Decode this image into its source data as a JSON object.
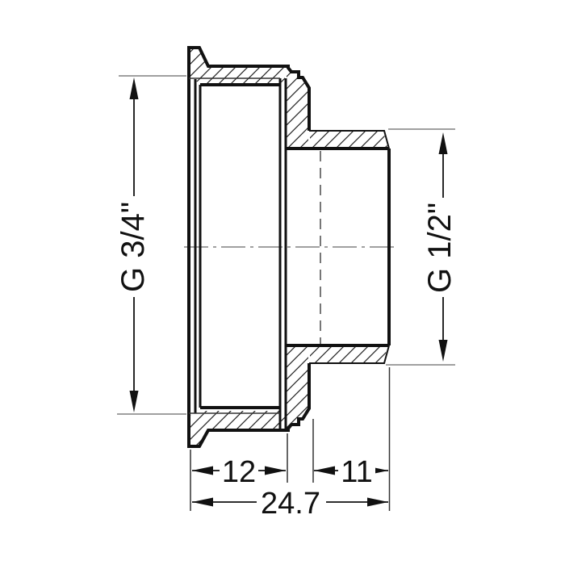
{
  "drawing": {
    "labels": {
      "left_thread": "G 3/4\"",
      "right_thread": "G 1/2\"",
      "left_length": "12",
      "right_length": "11",
      "total_length": "24.7"
    },
    "colors": {
      "outline": "#111111",
      "thin_line": "#333333",
      "extension_gray": "#808080",
      "background": "#ffffff"
    }
  }
}
